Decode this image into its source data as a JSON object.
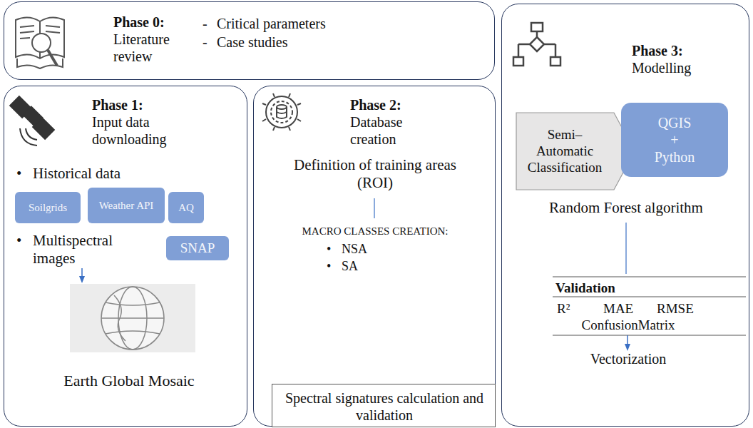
{
  "diagram": {
    "nodes": [
      {
        "text": [
          "Phase 0:",
          "Literature review",
          "-",
          "Critical parameters",
          "-",
          "Case studies"
        ]
      },
      {
        "text": [
          "Phase 1:",
          "Input data downloading",
          "•",
          "Historical data",
          "•",
          "Multispectral images"
        ]
      },
      {
        "text": [
          "Soilgrids"
        ],
        "in": 1
      },
      {
        "text": [
          "Weather API"
        ],
        "in": 1
      },
      {
        "text": [
          "AQ"
        ],
        "in": 1
      },
      {
        "text": [
          "SNAP"
        ],
        "in": 1
      },
      {
        "text": [
          "Earth Global Mosaic"
        ],
        "in": 1
      },
      {
        "text": [
          "Phase 2:",
          "Database creation",
          "Definition of training areas (ROI)",
          "MACRO CLASSES CREATION:",
          "•",
          "NSA",
          "•",
          "SA"
        ]
      },
      {
        "text": [
          "Spectral signatures calculation and validation"
        ],
        "in": 7
      },
      {
        "text": [
          "Phase 3:",
          "Modelling",
          "Random Forest algorithm",
          "Validation",
          "R²",
          "MAE",
          "RMSE",
          "ConfusionMatrix",
          "Vectorization"
        ]
      },
      {
        "text": [
          "Semi– Automatic Classification"
        ],
        "in": 9
      },
      {
        "text": [
          "QGIS + Python"
        ],
        "in": 9
      }
    ]
  }
}
